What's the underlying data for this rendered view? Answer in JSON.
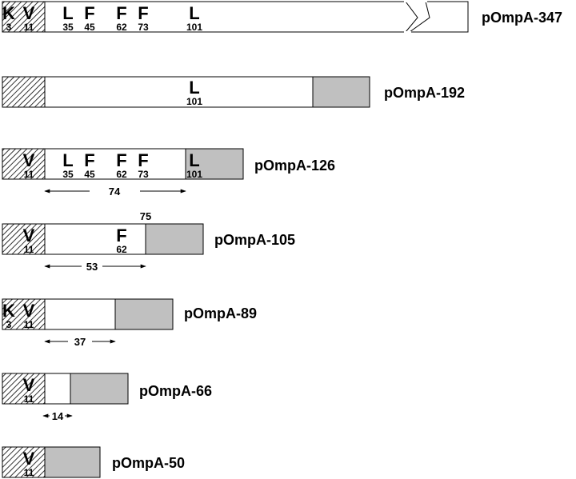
{
  "colors": {
    "signal": "#ffffff",
    "mature": "#ffffff",
    "fusion": "#c0c0c0",
    "outline": "#000000"
  },
  "constructs": [
    {
      "name": "pOmpA-347",
      "residues": [
        {
          "letter": "K",
          "pos": "3"
        },
        {
          "letter": "V",
          "pos": "11"
        },
        {
          "letter": "L",
          "pos": "35"
        },
        {
          "letter": "F",
          "pos": "45"
        },
        {
          "letter": "F",
          "pos": "62"
        },
        {
          "letter": "F",
          "pos": "73"
        },
        {
          "letter": "L",
          "pos": "101"
        }
      ]
    },
    {
      "name": "pOmpA-192",
      "residues": [
        {
          "letter": "L",
          "pos": "101"
        }
      ]
    },
    {
      "name": "pOmpA-126",
      "residues": [
        {
          "letter": "V",
          "pos": "11"
        },
        {
          "letter": "L",
          "pos": "35"
        },
        {
          "letter": "F",
          "pos": "45"
        },
        {
          "letter": "F",
          "pos": "62"
        },
        {
          "letter": "F",
          "pos": "73"
        },
        {
          "letter": "L",
          "pos": "101"
        }
      ],
      "span": "74"
    },
    {
      "name": "pOmpA-105",
      "residues": [
        {
          "letter": "V",
          "pos": "11"
        },
        {
          "letter": "F",
          "pos": "62"
        }
      ],
      "span": "53",
      "junction": "75"
    },
    {
      "name": "pOmpA-89",
      "residues": [
        {
          "letter": "K",
          "pos": "3"
        },
        {
          "letter": "V",
          "pos": "11"
        }
      ],
      "span": "37"
    },
    {
      "name": "pOmpA-66",
      "residues": [
        {
          "letter": "V",
          "pos": "11"
        }
      ],
      "span": "14"
    },
    {
      "name": "pOmpA-50",
      "residues": [
        {
          "letter": "V",
          "pos": "11"
        }
      ]
    }
  ]
}
